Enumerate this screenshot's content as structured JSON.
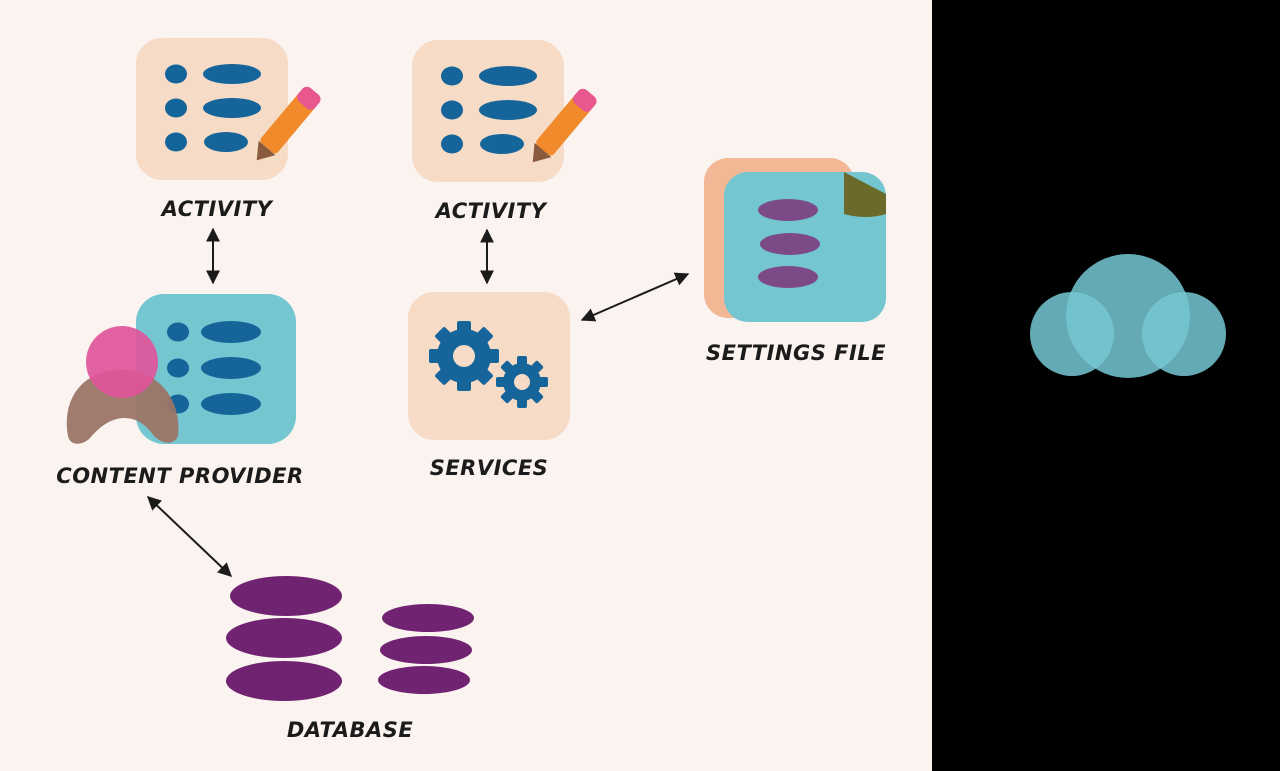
{
  "diagram": {
    "nodes": {
      "activity_1": {
        "label": "ACTIVITY"
      },
      "activity_2": {
        "label": "ACTIVITY"
      },
      "content_provider": {
        "label": "CONTENT PROVIDER"
      },
      "services": {
        "label": "SERVICES"
      },
      "settings_file": {
        "label": "SETTINGS FILE"
      },
      "database": {
        "label": "DATABASE"
      }
    },
    "edges": [
      {
        "from": "activity_1",
        "to": "content_provider",
        "direction": "both"
      },
      {
        "from": "activity_2",
        "to": "services",
        "direction": "both"
      },
      {
        "from": "services",
        "to": "settings_file",
        "direction": "both"
      },
      {
        "from": "content_provider",
        "to": "database",
        "direction": "both"
      }
    ]
  },
  "colors": {
    "background": "#fbf3ef",
    "right_panel": "#000000",
    "tile_peach": "#f6dcc7",
    "tile_teal": "#74c6d1",
    "list_blue": "#15649a",
    "pencil_orange": "#f08a2b",
    "pencil_pink": "#e8588f",
    "database_purple": "#6f2370",
    "settings_purple": "#7c4a86",
    "avatar_pink": "#e0559a",
    "avatar_brown": "#9a7566",
    "cloud_teal": "#76c8d4"
  }
}
